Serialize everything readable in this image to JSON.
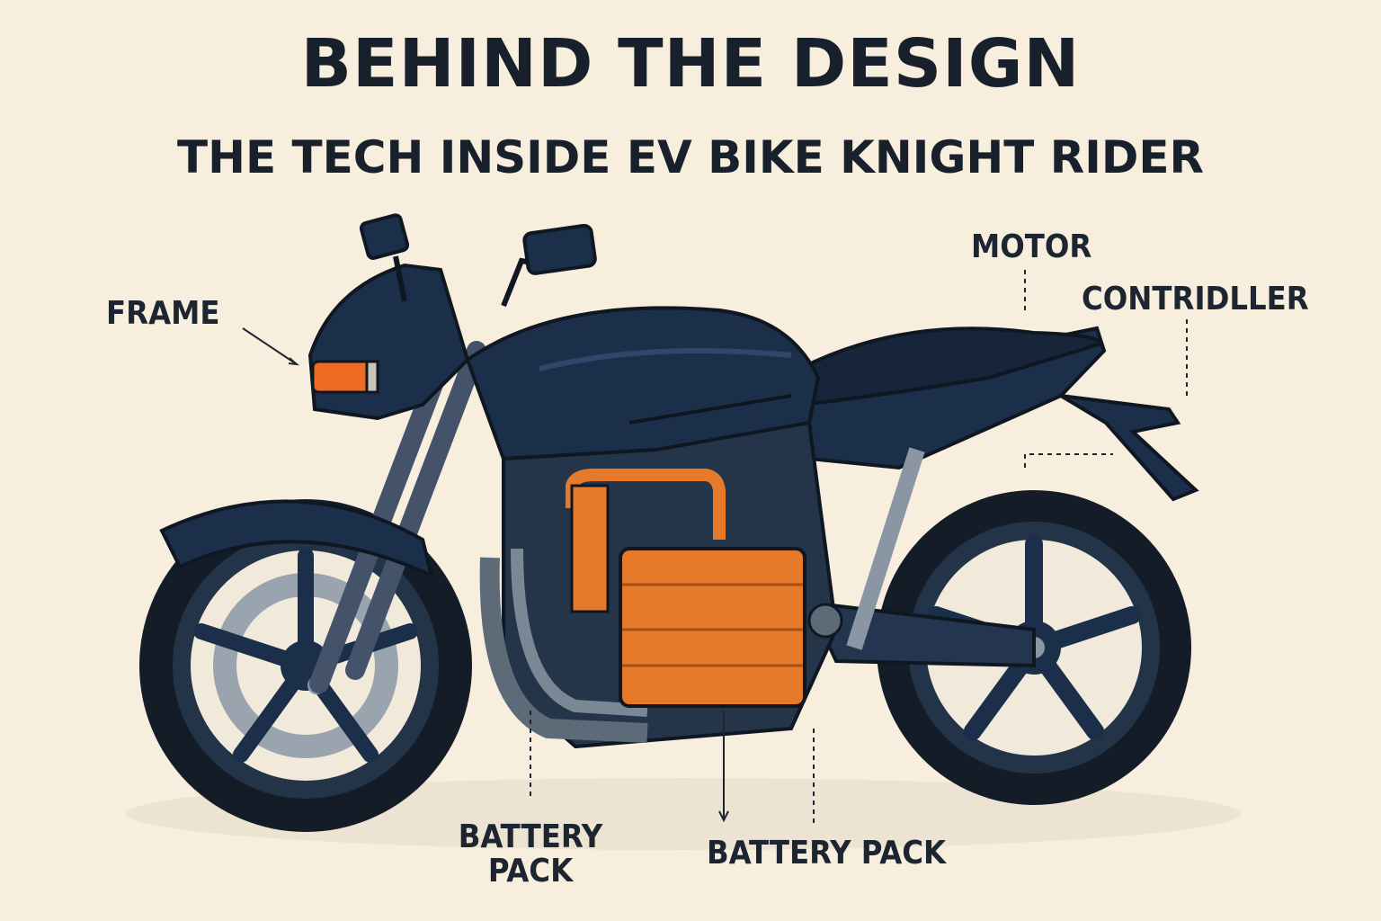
{
  "header": {
    "title": "BEHIND THE DESIGN",
    "subtitle": "THE TECH INSIDE EV BIKE KNIGHT RIDER"
  },
  "labels": {
    "frame": "FRAME",
    "motor": "MOTOR",
    "controller": "CONTRIDLLER",
    "battery_left_line1": "BATTERY",
    "battery_left_line2": "PACK",
    "battery_center": "BATTERY PACK"
  },
  "colors": {
    "background": "#f7eedd",
    "bike_body": "#1c2f4a",
    "tire": "#141c27",
    "battery": "#e67a2a",
    "headlight": "#ef6a22",
    "ink": "#17202b"
  }
}
